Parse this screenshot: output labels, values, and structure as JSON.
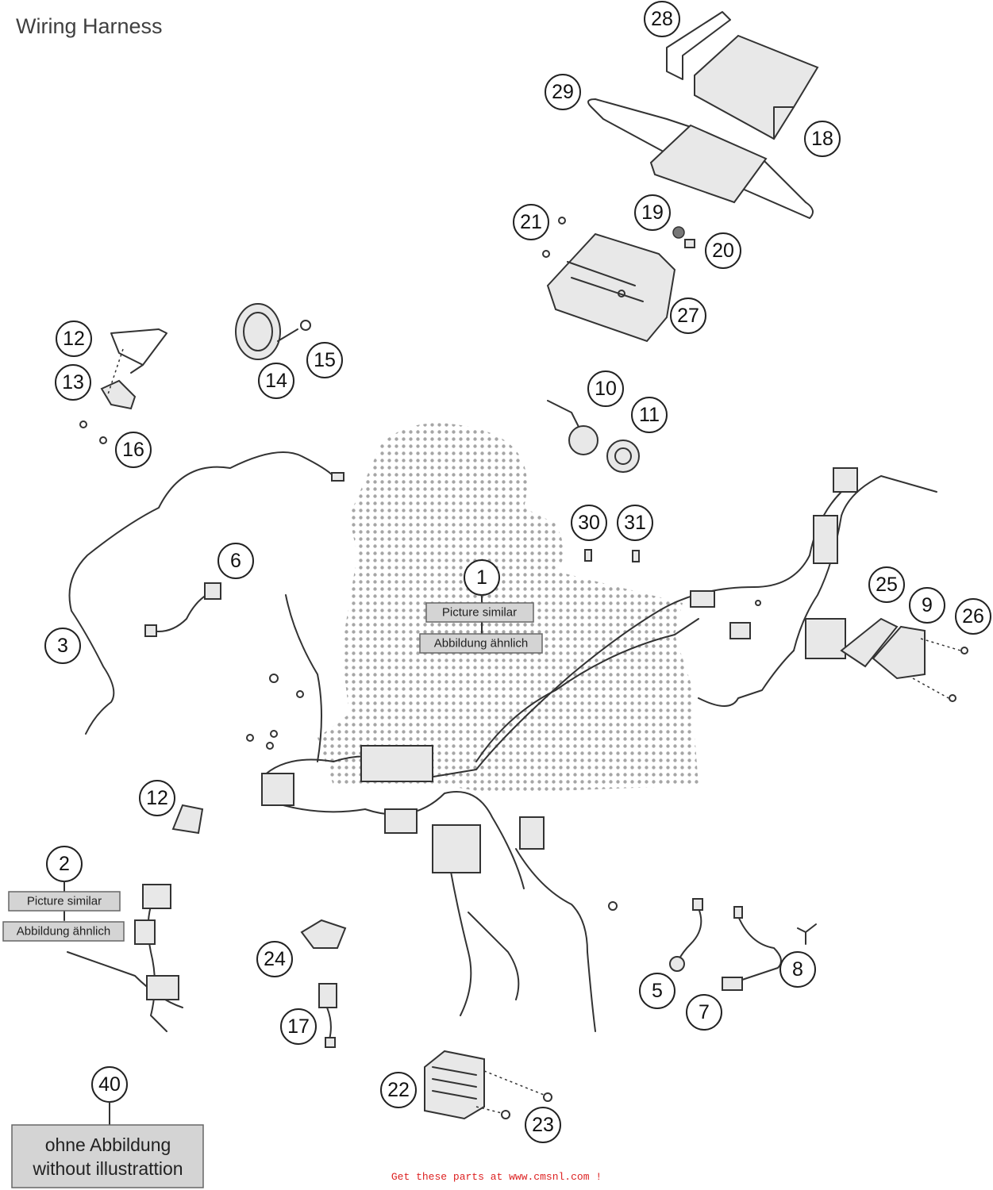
{
  "title": "Wiring Harness",
  "notes": {
    "picture_similar": "Picture similar",
    "abbildung_ahnlich": "Abbildung ähnlich",
    "ohne_abbildung": "ohne Abbildung",
    "without_illustration": "without illustrattion"
  },
  "footer": "Get these parts at www.cmsnl.com !",
  "callouts": [
    "28",
    "29",
    "18",
    "19",
    "20",
    "21",
    "27",
    "12",
    "13",
    "16",
    "14",
    "15",
    "10",
    "11",
    "30",
    "31",
    "6",
    "3",
    "1",
    "25",
    "9",
    "26",
    "12",
    "2",
    "24",
    "17",
    "5",
    "7",
    "8",
    "22",
    "23",
    "40"
  ]
}
